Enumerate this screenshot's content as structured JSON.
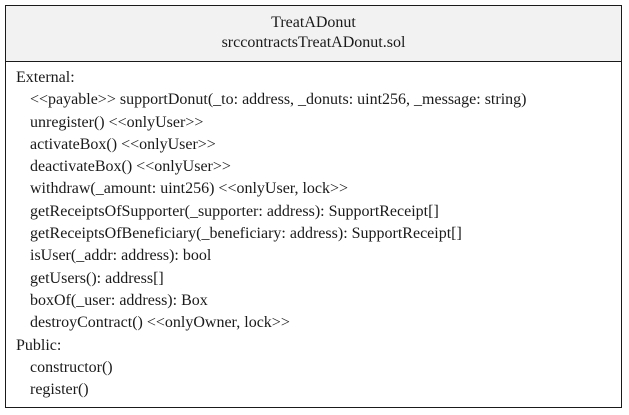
{
  "class": {
    "name": "TreatADonut",
    "source": "srccontractsTreatADonut.sol"
  },
  "sections": [
    {
      "label": "External:",
      "members": [
        "<<payable>> supportDonut(_to: address, _donuts: uint256, _message: string)",
        "unregister() <<onlyUser>>",
        "activateBox() <<onlyUser>>",
        "deactivateBox() <<onlyUser>>",
        "withdraw(_amount: uint256) <<onlyUser, lock>>",
        "getReceiptsOfSupporter(_supporter: address): SupportReceipt[]",
        "getReceiptsOfBeneficiary(_beneficiary: address): SupportReceipt[]",
        "isUser(_addr: address): bool",
        "getUsers(): address[]",
        "boxOf(_user: address): Box",
        "destroyContract() <<onlyOwner, lock>>"
      ]
    },
    {
      "label": "Public:",
      "members": [
        "constructor()",
        "register()"
      ]
    }
  ]
}
